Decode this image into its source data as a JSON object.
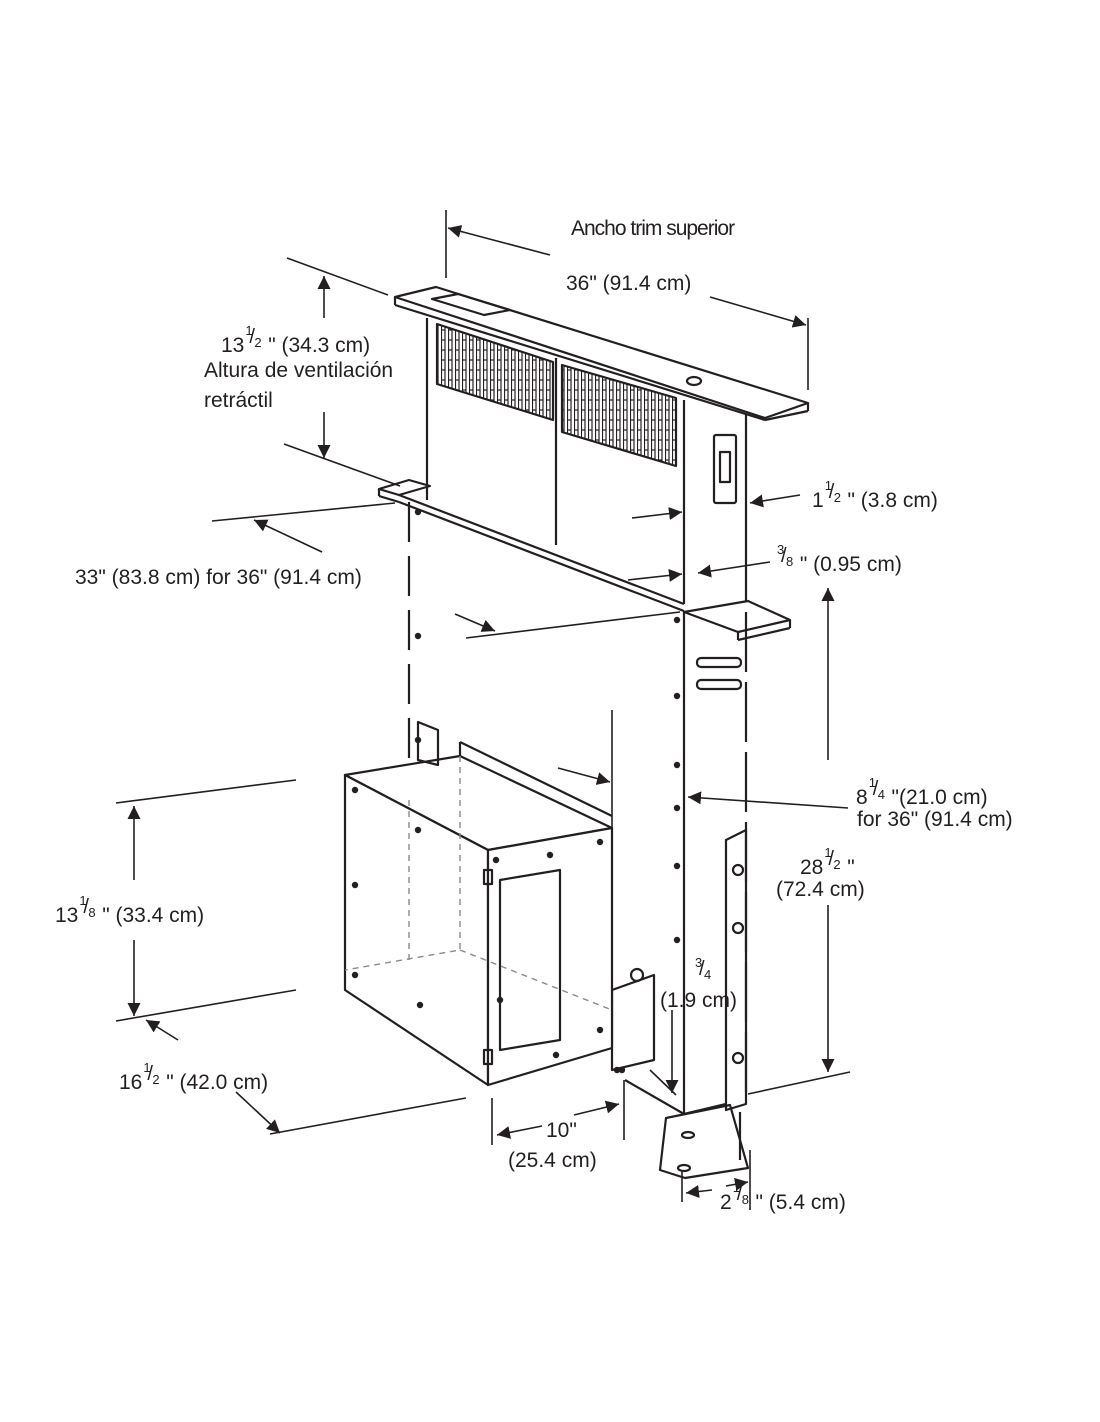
{
  "labels": {
    "top_trim_title": "Ancho trim superior",
    "top_width": "36\" (91.4 cm)",
    "vent_height_whole": "13",
    "vent_height_num": "1",
    "vent_height_den": "2",
    "vent_height_rest": " \" (34.3 cm)",
    "vent_height_caption_1": "Altura de ventilación",
    "vent_height_caption_2": "retráctil",
    "side_depth_whole": "1",
    "side_depth_num": "1",
    "side_depth_den": "2",
    "side_depth_rest": " \" (3.8 cm)",
    "panel_gap_num": "3",
    "panel_gap_den": "8",
    "panel_gap_rest": " \" (0.95 cm)",
    "panel_width": "33\" (83.8 cm) for 36\" (91.4 cm)",
    "body_depth_whole": "8",
    "body_depth_num": "1",
    "body_depth_den": "4",
    "body_depth_rest": " \"(21.0 cm)",
    "body_depth_caption": "for 36\" (91.4 cm)",
    "total_height_whole": "28",
    "total_height_num": "1",
    "total_height_den": "2",
    "total_height_rest": " \"",
    "total_height_cm": "(72.4 cm)",
    "blower_height_whole": "13",
    "blower_height_num": "1",
    "blower_height_den": "8",
    "blower_height_rest": " \" (33.4 cm)",
    "motor_offset_num": "3",
    "motor_offset_den": "4",
    "motor_offset_cm": "(1.9 cm)",
    "blower_width_whole": "16",
    "blower_width_num": "1",
    "blower_width_den": "2",
    "blower_width_rest": " \" (42.0 cm)",
    "blower_depth": "10\"",
    "blower_depth_cm": "(25.4 cm)",
    "bracket_whole": "2",
    "bracket_num": "1",
    "bracket_den": "8",
    "bracket_rest": " \" (5.4 cm)"
  },
  "colors": {
    "ink": "#231f20",
    "paper": "#ffffff",
    "dash": "#8a8a8a"
  }
}
